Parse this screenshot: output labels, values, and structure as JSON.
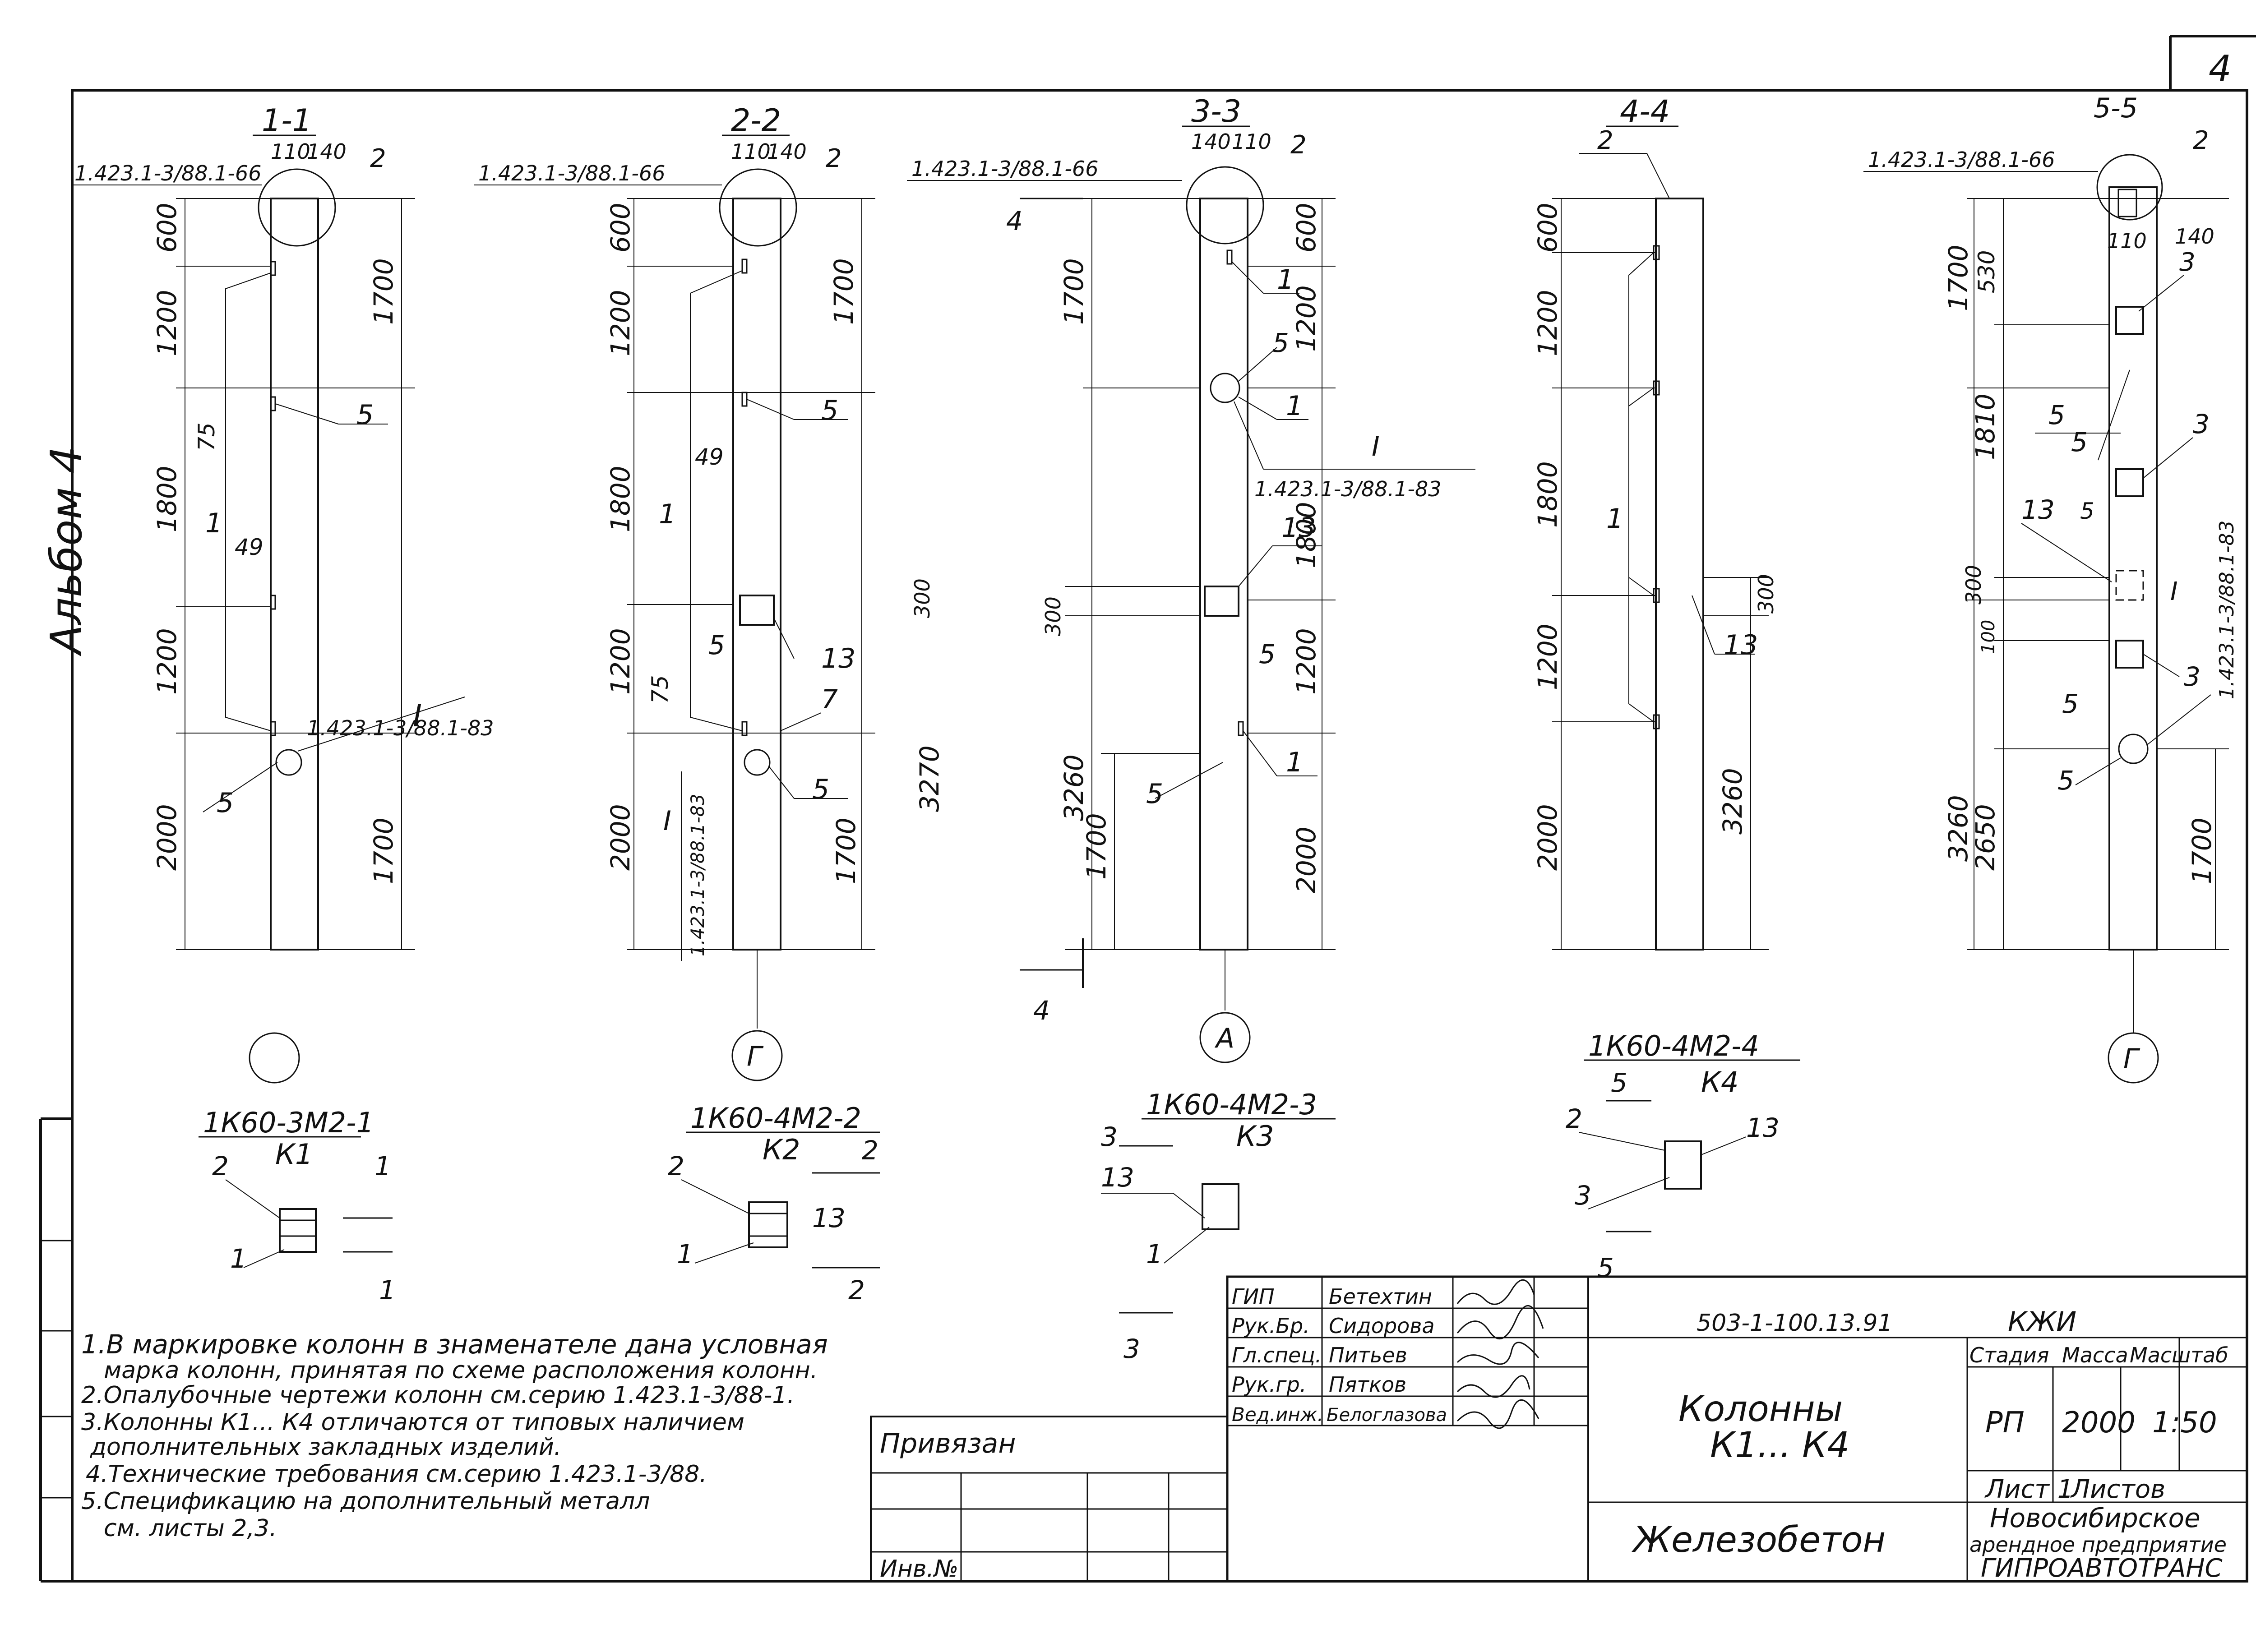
{
  "sheet": {
    "page_number": "4",
    "album_label": "Альбом 4"
  },
  "sections": [
    {
      "id": "1-1",
      "title": "1-1",
      "ref_top": "1.423.1-3/88.1-66",
      "ref_bottom": "1.423.1-3/88.1-83",
      "ref_bottom_mark": "I",
      "top_offsets": [
        "110",
        "140"
      ],
      "top_callout": "2",
      "left_dims": [
        "600",
        "1200",
        "1800",
        "1200",
        "2000"
      ],
      "right_dims": [
        "1700",
        "1700"
      ],
      "small_dims": [
        "75",
        "49"
      ],
      "callouts": [
        "5",
        "5",
        "1"
      ],
      "axis_label": "",
      "mark_number": "1К60-3М2-1",
      "mark_code": "К1",
      "plan_callouts": [
        "2",
        "1"
      ],
      "plan_arrows": [
        "1",
        "1"
      ]
    },
    {
      "id": "2-2",
      "title": "2-2",
      "ref_top": "1.423.1-3/88.1-66",
      "ref_bottom": "1.423.1-3/88.1-83",
      "ref_bottom_mark": "I",
      "top_offsets": [
        "110",
        "140"
      ],
      "top_callout": "2",
      "left_dims": [
        "600",
        "1200",
        "1800",
        "1200",
        "2000"
      ],
      "right_dims": [
        "1700",
        "300",
        "3270",
        "1700"
      ],
      "small_dims": [
        "49",
        "75"
      ],
      "callouts": [
        "5",
        "1",
        "5",
        "13",
        "7",
        "5"
      ],
      "axis_label": "Г",
      "mark_number": "1К60-4М2-2",
      "mark_code": "К2",
      "plan_callouts": [
        "2",
        "13",
        "1"
      ],
      "plan_arrows": [
        "2",
        "2"
      ]
    },
    {
      "id": "3-3",
      "title": "3-3",
      "ref_top": "1.423.1-3/88.1-66",
      "ref_bottom": "1.423.1-3/88.1-83",
      "ref_bottom_mark": "I",
      "top_offsets": [
        "140",
        "110"
      ],
      "top_callout": "2",
      "left_dims": [
        "1700",
        "300",
        "3260",
        "1700"
      ],
      "right_dims": [
        "600",
        "1200",
        "1800",
        "1200",
        "2000"
      ],
      "small_dims": [],
      "callouts": [
        "1",
        "5",
        "1",
        "13",
        "5",
        "1",
        "5"
      ],
      "section_arrows": [
        "4",
        "4"
      ],
      "axis_label": "А",
      "mark_number": "1К60-4М2-3",
      "mark_code": "К3",
      "plan_callouts": [
        "13",
        "1"
      ],
      "plan_arrows": [
        "3",
        "3"
      ]
    },
    {
      "id": "4-4",
      "title": "4-4",
      "top_callout": "2",
      "left_dims": [
        "600",
        "1200",
        "1800",
        "1200",
        "2000"
      ],
      "right_dims": [
        "300",
        "3260"
      ],
      "callouts": [
        "1",
        "13"
      ],
      "axis_label": "",
      "mark_number": "1К60-4М2-4",
      "mark_code": "К4",
      "plan_callouts": [
        "2",
        "13",
        "3"
      ],
      "plan_arrows": [
        "5",
        "5"
      ]
    },
    {
      "id": "5-5",
      "title": "5-5",
      "ref_top": "1.423.1-3/88.1-66",
      "ref_bottom": "1.423.1-3/88.1-83",
      "ref_bottom_mark": "I",
      "top_offsets": [
        "110",
        "140"
      ],
      "top_callout": "2",
      "left_dims": [
        "1700",
        "530",
        "1810",
        "300",
        "100",
        "3260",
        "2650"
      ],
      "right_dims": [
        "1700"
      ],
      "callouts": [
        "3",
        "5",
        "5",
        "3",
        "13",
        "5",
        "3",
        "5",
        "5"
      ],
      "axis_label": "Г"
    }
  ],
  "notes": [
    "1.В маркировке колонн в знаменателе дана условная",
    "марка колонн, принятая по схеме расположения колонн.",
    "2.Опалубочные чертежи колонн см.серию 1.423.1-3/88-1.",
    "3.Колонны К1... К4 отличаются от типовых наличием",
    "дополнительных закладных изделий.",
    "4.Технические требования см.серию 1.423.1-3/88.",
    "5.Спецификацию на дополнительный металл",
    "см. листы 2,3."
  ],
  "binding_box": {
    "title": "Привязан",
    "inv": "Инв.№"
  },
  "title_block": {
    "roles": [
      "ГИП",
      "Рук.Бр.",
      "Гл.спец.",
      "Рук.гр.",
      "Вед.инж."
    ],
    "names": [
      "Бетехтин",
      "Сидорова",
      "Питьев",
      "Пятков",
      "Белоглазова"
    ],
    "doc_code": "503-1-100.13.91",
    "mark": "КЖИ",
    "title_line1": "Колонны",
    "title_line2": "К1... К4",
    "material": "Железобетон",
    "stage_header": "Стадия",
    "mass_header": "Масса",
    "scale_header": "Масштаб",
    "stage": "РП",
    "mass": "2000",
    "scale": "1:50",
    "sheet_label": "Лист 1",
    "sheets_label": "Листов",
    "org_line1": "Новосибирское",
    "org_line2": "арендное предприятие",
    "org_line3": "ГИПРОАВТОТРАНС"
  }
}
